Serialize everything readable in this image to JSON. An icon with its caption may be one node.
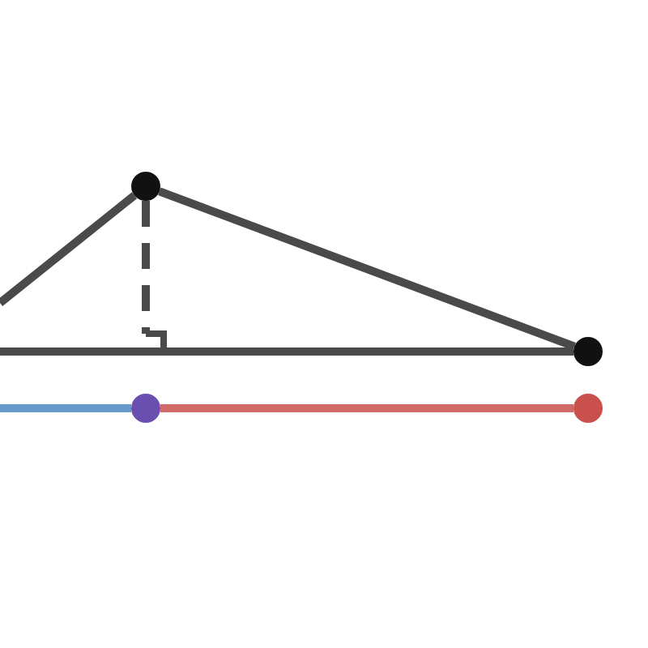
{
  "diagram": {
    "nodes": [
      {
        "text": [],
        "shape": "circle"
      },
      {
        "text": [],
        "shape": "circle"
      },
      {
        "text": [],
        "shape": "circle"
      },
      {
        "text": [],
        "shape": "circle"
      },
      {
        "text": [],
        "shape": "box"
      }
    ],
    "edges": [
      {
        "from": null,
        "to": 0,
        "arrow": "none"
      },
      {
        "from": 0,
        "to": 1,
        "arrow": "none"
      },
      {
        "from": null,
        "to": 1,
        "arrow": "none"
      },
      {
        "from": 0,
        "to": 4,
        "arrow": "none",
        "style": "dashed"
      },
      {
        "from": null,
        "to": 2,
        "arrow": "none",
        "color": "#6699cc"
      },
      {
        "from": 2,
        "to": 3,
        "arrow": "none",
        "color": "#d06a66"
      }
    ]
  }
}
